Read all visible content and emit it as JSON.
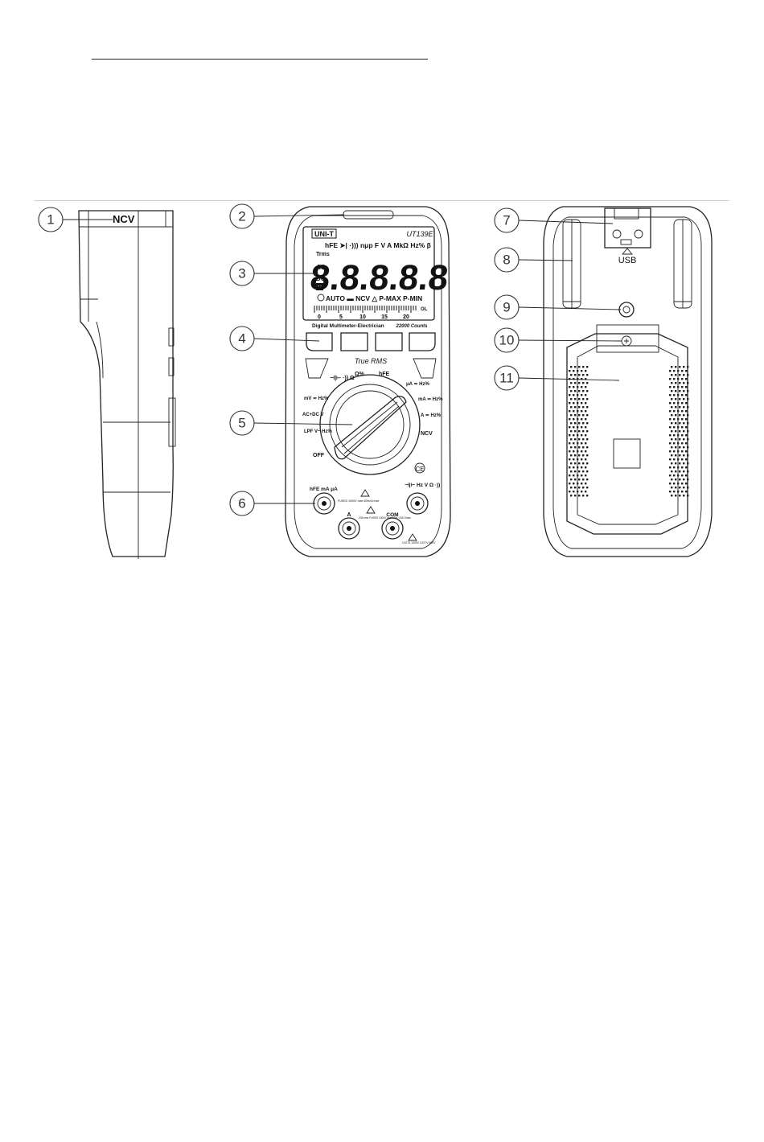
{
  "callouts": [
    "1",
    "2",
    "3",
    "4",
    "5",
    "6",
    "7",
    "8",
    "9",
    "10",
    "11"
  ],
  "side_view": {
    "ncv_label": "NCV"
  },
  "front_view": {
    "brand": "UNI-T",
    "model": "UT139E",
    "lcd_top_row": "hFE ➤| ·))) nμp F V A MkΩ Hz% β",
    "lcd_trms": "Trms",
    "lcd_ac": "AC",
    "lcd_dc": "DC",
    "lcd_hold": "H",
    "lcd_digits": "8.8.8.8.8",
    "lcd_bottom_row": "AUTO ▬ NCV △ P-MAX P-MIN",
    "bargraph_scale": [
      "0",
      "5",
      "10",
      "15",
      "20"
    ],
    "bargraph_ol": "OL",
    "subtitle_left": "Digital Multimeter-Electrician",
    "subtitle_right": "22000 Counts",
    "true_rms": "True RMS",
    "dial_labels": {
      "top_left": "⊣|⊢ ·)) Ω",
      "top_mid": "Ω%",
      "top_right": "hFE",
      "right1": "μA ≂ Hz%",
      "right2": "mA ≂ Hz%",
      "right3": "A ≂ Hz%",
      "right4": "NCV",
      "left1": "mV ≂ Hz%",
      "left2": "AC+DC V",
      "left3": "LPF V~ Hz%",
      "left4": "OFF"
    },
    "ce_mark": "CE",
    "jack_left_label": "hFE mA μA",
    "jack_right_label": "⊣|⊢ Hz V Ω ·))",
    "jack_a_label": "A",
    "jack_com_label": "COM",
    "fused_left": "FUSED 1000V max 600mA max",
    "fused_mid": "20A max FUSED 1000V max 10A / 20A 10sec",
    "cat_right": "CAT III 1000V CAT IV 600V"
  },
  "back_view": {
    "usb_label": "USB"
  }
}
